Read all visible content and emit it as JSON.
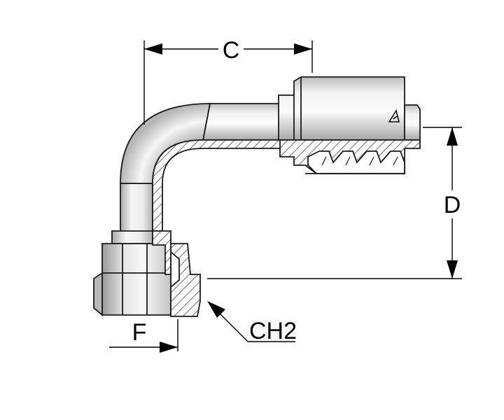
{
  "diagram": {
    "dimensions": {
      "c": "C",
      "d": "D",
      "f": "F",
      "ch2": "CH2"
    },
    "colors": {
      "line": "#000000",
      "metal_light": "#f4f4f4",
      "metal_mid": "#d6d6d6",
      "metal_dark": "#9c9c9c",
      "section_fill": "#ffffff"
    },
    "icons": {
      "manufacturer_mark": "triangle-logo-icon"
    }
  }
}
